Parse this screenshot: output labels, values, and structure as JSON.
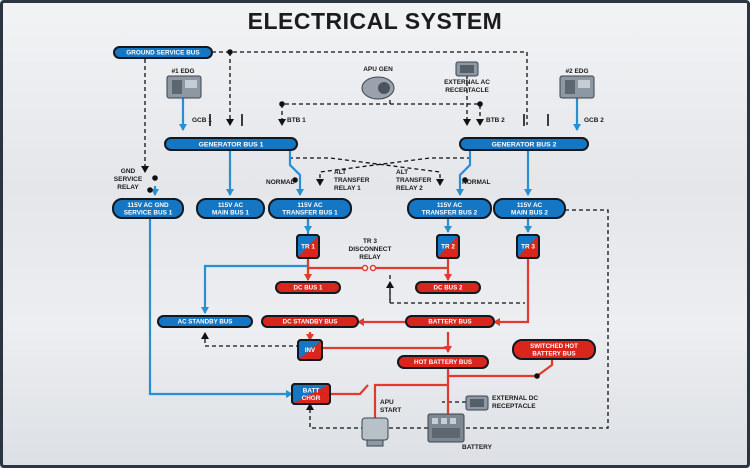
{
  "title": "ELECTRICAL SYSTEM",
  "buses": [
    {
      "id": "ground-service-bus",
      "text": [
        "GROUND SERVICE BUS"
      ],
      "type": "ac"
    },
    {
      "id": "generator-bus-1",
      "text": [
        "GENERATOR BUS 1"
      ],
      "type": "ac"
    },
    {
      "id": "generator-bus-2",
      "text": [
        "GENERATOR BUS 2"
      ],
      "type": "ac"
    },
    {
      "id": "115v-ac-gnd-service-bus-1",
      "text": [
        "115V AC GND",
        "SERVICE BUS 1"
      ],
      "type": "ac"
    },
    {
      "id": "115v-ac-main-bus-1",
      "text": [
        "115V AC",
        "MAIN BUS 1"
      ],
      "type": "ac"
    },
    {
      "id": "115v-ac-transfer-bus-1",
      "text": [
        "115V AC",
        "TRANSFER BUS 1"
      ],
      "type": "ac"
    },
    {
      "id": "115v-ac-transfer-bus-2",
      "text": [
        "115V AC",
        "TRANSFER BUS 2"
      ],
      "type": "ac"
    },
    {
      "id": "115v-ac-main-bus-2",
      "text": [
        "115V AC",
        "MAIN BUS 2"
      ],
      "type": "ac"
    },
    {
      "id": "tr-1",
      "text": [
        "TR 1"
      ],
      "type": "tr"
    },
    {
      "id": "tr-2",
      "text": [
        "TR 2"
      ],
      "type": "tr"
    },
    {
      "id": "tr-3",
      "text": [
        "TR 3"
      ],
      "type": "tr"
    },
    {
      "id": "dc-bus-1",
      "text": [
        "DC BUS 1"
      ],
      "type": "dc"
    },
    {
      "id": "dc-bus-2",
      "text": [
        "DC BUS 2"
      ],
      "type": "dc"
    },
    {
      "id": "ac-standby-bus",
      "text": [
        "AC STANDBY BUS"
      ],
      "type": "ac"
    },
    {
      "id": "dc-standby-bus",
      "text": [
        "DC STANDBY BUS"
      ],
      "type": "dc"
    },
    {
      "id": "battery-bus",
      "text": [
        "BATTERY BUS"
      ],
      "type": "dc"
    },
    {
      "id": "inv",
      "text": [
        "INV"
      ],
      "type": "tr"
    },
    {
      "id": "hot-battery-bus",
      "text": [
        "HOT BATTERY BUS"
      ],
      "type": "dc"
    },
    {
      "id": "switched-hot-battery-bus",
      "text": [
        "SWITCHED HOT",
        "BATTERY BUS"
      ],
      "type": "dc"
    },
    {
      "id": "batt-chgr",
      "text": [
        "BATT",
        "CHGR"
      ],
      "type": "tr"
    }
  ],
  "labels": [
    {
      "id": "edg1",
      "text": [
        "#1 EDG"
      ]
    },
    {
      "id": "edg2",
      "text": [
        "#2 EDG"
      ]
    },
    {
      "id": "apu-gen",
      "text": [
        "APU GEN"
      ]
    },
    {
      "id": "external-ac-receptacle",
      "text": [
        "EXTERNAL AC",
        "RECEPTACLE"
      ]
    },
    {
      "id": "gcb1",
      "text": [
        "GCB 1"
      ]
    },
    {
      "id": "btb1",
      "text": [
        "BTB 1"
      ]
    },
    {
      "id": "btb2",
      "text": [
        "BTB 2"
      ]
    },
    {
      "id": "gcb2",
      "text": [
        "GCB 2"
      ]
    },
    {
      "id": "gnd-service-relay",
      "text": [
        "GND",
        "SERVICE",
        "RELAY"
      ]
    },
    {
      "id": "normal-1",
      "text": [
        "NORMAL"
      ]
    },
    {
      "id": "alt-transfer-relay-1",
      "text": [
        "ALT",
        "TRANSFER",
        "RELAY 1"
      ]
    },
    {
      "id": "alt-transfer-relay-2",
      "text": [
        "ALT",
        "TRANSFER",
        "RELAY 2"
      ]
    },
    {
      "id": "normal-2",
      "text": [
        "NORMAL"
      ]
    },
    {
      "id": "tr3-disconnect-relay",
      "text": [
        "TR 3",
        "DISCONNECT",
        "RELAY"
      ]
    },
    {
      "id": "apu-start",
      "text": [
        "APU",
        "START"
      ]
    },
    {
      "id": "external-dc-receptacle",
      "text": [
        "EXTERNAL DC",
        "RECEPTACLE"
      ]
    },
    {
      "id": "battery",
      "text": [
        "BATTERY"
      ]
    }
  ],
  "colors": {
    "ac_bus": "#1577c4",
    "dc_bus": "#d9261c",
    "bus_outline": "#101820",
    "ac_wire": "#2a8fd0",
    "dc_wire": "#e23a2e"
  }
}
